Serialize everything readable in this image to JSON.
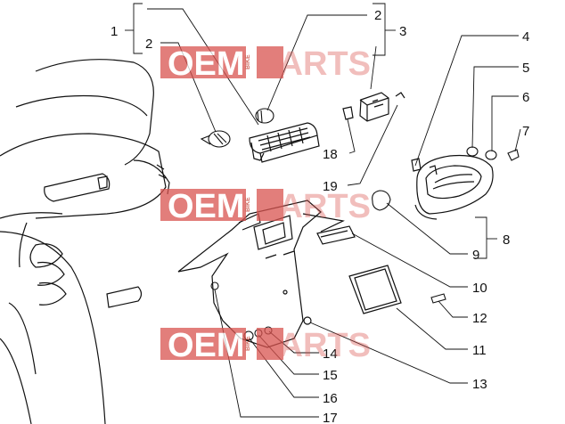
{
  "callouts": [
    {
      "id": "1",
      "label": "1"
    },
    {
      "id": "2a",
      "label": "2"
    },
    {
      "id": "2b",
      "label": "2"
    },
    {
      "id": "3",
      "label": "3"
    },
    {
      "id": "4",
      "label": "4"
    },
    {
      "id": "5",
      "label": "5"
    },
    {
      "id": "6",
      "label": "6"
    },
    {
      "id": "7",
      "label": "7"
    },
    {
      "id": "8",
      "label": "8"
    },
    {
      "id": "9",
      "label": "9"
    },
    {
      "id": "10",
      "label": "10"
    },
    {
      "id": "11",
      "label": "11"
    },
    {
      "id": "12",
      "label": "12"
    },
    {
      "id": "13",
      "label": "13"
    },
    {
      "id": "14",
      "label": "14"
    },
    {
      "id": "15",
      "label": "15"
    },
    {
      "id": "16",
      "label": "16"
    },
    {
      "id": "17",
      "label": "17"
    },
    {
      "id": "18",
      "label": "18"
    },
    {
      "id": "19",
      "label": "19"
    }
  ],
  "watermark": {
    "oem": "OEM",
    "bike": "BIKE",
    "parts": "PARTS",
    "color": "#d9534f"
  },
  "colors": {
    "line": "#111111",
    "watermark_red": "#d9534f"
  }
}
